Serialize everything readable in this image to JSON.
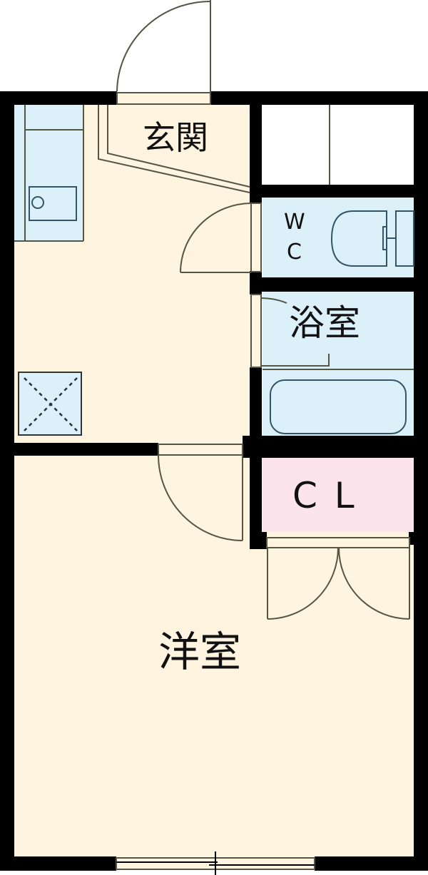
{
  "floor_plan": {
    "rooms": [
      {
        "id": "genkan",
        "label": "玄関",
        "meaning": "Entrance"
      },
      {
        "id": "wc",
        "label_line1": "W",
        "label_line2": "C",
        "meaning": "Toilet"
      },
      {
        "id": "bath",
        "label": "浴室",
        "meaning": "Bathroom"
      },
      {
        "id": "closet",
        "label": "C L",
        "meaning": "Closet"
      },
      {
        "id": "western-room",
        "label": "洋室",
        "meaning": "Western-style room"
      }
    ],
    "fixtures": [
      "kitchen-counter",
      "sink",
      "washing-machine-space",
      "toilet",
      "bathtub",
      "storage-shelves"
    ],
    "colors": {
      "wall": "#000000",
      "floor": "#fef4e0",
      "wet_area": "#dcf0fa",
      "closet": "#fce4ec",
      "outline": "#555544"
    }
  }
}
